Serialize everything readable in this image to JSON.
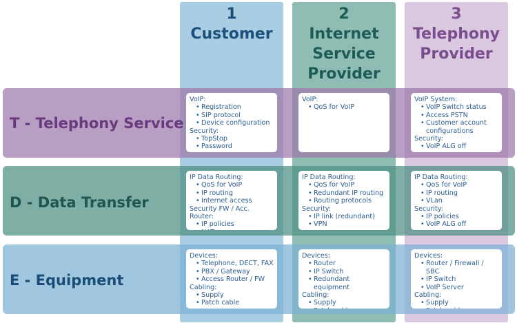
{
  "columns": [
    {
      "number": "1",
      "title": [
        "Customer"
      ]
    },
    {
      "number": "2",
      "title": [
        "Internet",
        "Service",
        "Provider"
      ]
    },
    {
      "number": "3",
      "title": [
        "Telephony",
        "Provider"
      ]
    }
  ],
  "rows": [
    {
      "label": "T - Telephony Service"
    },
    {
      "label": "D - Data Transfer"
    },
    {
      "label": "E - Equipment"
    }
  ],
  "cells": {
    "t1": [
      {
        "heading": "VoIP:",
        "items": [
          "Registration",
          "SIP protocol",
          "Device configuration"
        ]
      },
      {
        "heading": "Security:",
        "items": [
          "TopStop",
          "Password"
        ]
      }
    ],
    "t2": [
      {
        "heading": "VoIP:",
        "items": [
          "QoS for VoIP"
        ]
      }
    ],
    "t3": [
      {
        "heading": "VoIP System:",
        "items": [
          "VoIP Switch status",
          "Access PSTN",
          "Customer account configurations"
        ]
      },
      {
        "heading": "Security:",
        "items": [
          "VoIP ALG off"
        ]
      }
    ],
    "d1": [
      {
        "heading": "IP Data Routing:",
        "items": [
          "QoS for VoIP",
          "IP routing",
          "Internet access"
        ]
      },
      {
        "heading": "Security FW / Acc. Router:",
        "items": [
          "IP policies",
          "NAT"
        ]
      }
    ],
    "d2": [
      {
        "heading": "IP Data Routing:",
        "items": [
          "QoS for VoIP",
          "Redundant IP routing",
          "Routing protocols"
        ]
      },
      {
        "heading": "Security:",
        "items": [
          "IP link (redundant)",
          "VPN"
        ]
      }
    ],
    "d3": [
      {
        "heading": "IP Data Routing:",
        "items": [
          "QoS for VoIP",
          "IP routing",
          "VLan"
        ]
      },
      {
        "heading": "Security:",
        "items": [
          "IP policies",
          "VoIP ALG off"
        ]
      }
    ],
    "e1": [
      {
        "heading": "Devices:",
        "items": [
          "Telephone, DECT, FAX",
          "PBX / Gateway",
          "Access Router / FW"
        ]
      },
      {
        "heading": "Cabling:",
        "items": [
          "Supply",
          "Patch cable"
        ]
      }
    ],
    "e2": [
      {
        "heading": "Devices:",
        "items": [
          "Router",
          "IP Switch",
          "Redundant equipment"
        ]
      },
      {
        "heading": "Cabling:",
        "items": [
          "Supply",
          "Patch cable"
        ]
      }
    ],
    "e3": [
      {
        "heading": "Devices:",
        "items": [
          "Router / Firewall / SBC",
          "IP Switch",
          "VoIP Server"
        ]
      },
      {
        "heading": "Cabling:",
        "items": [
          "Supply",
          "Patch cable"
        ]
      }
    ]
  }
}
